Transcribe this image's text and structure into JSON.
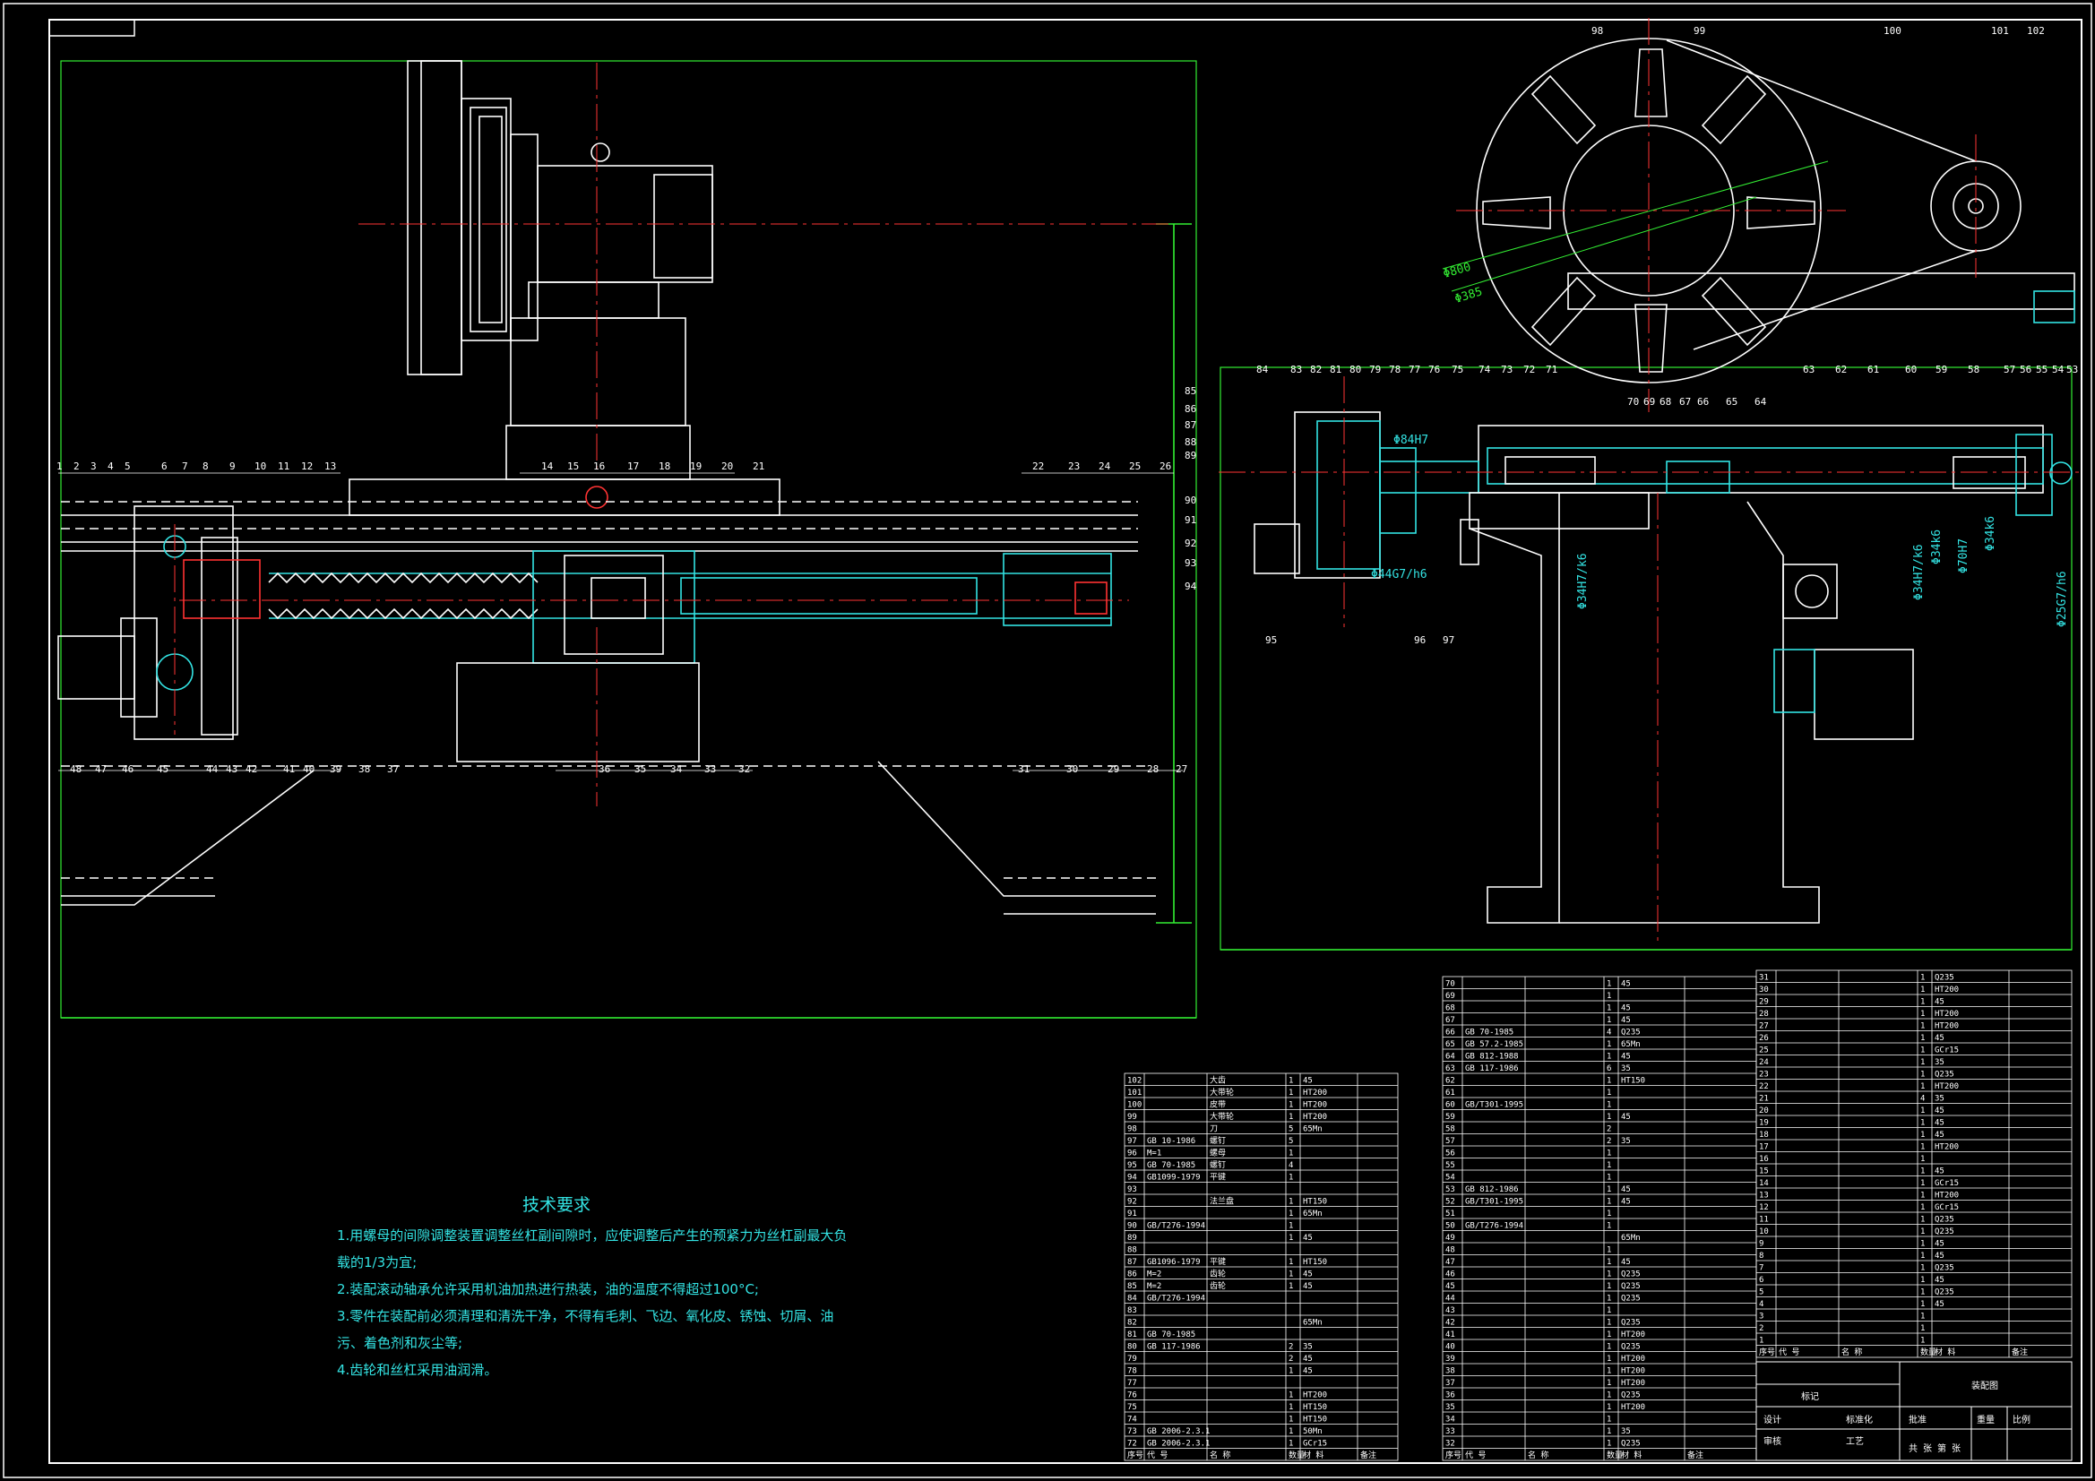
{
  "tech_requirements": {
    "title": "技术要求",
    "items": [
      "1.用螺母的间隙调整装置调整丝杠副间隙时，应使调整后产生的预紧力为丝杠副最大负载的1/3为宜;",
      "2.装配滚动轴承允许采用机油加热进行热装，油的温度不得超过100°C;",
      "3.零件在装配前必须清理和清洗干净，不得有毛刺、飞边、氧化皮、锈蚀、切屑、油污、着色剂和灰尘等;",
      "4.齿轮和丝杠采用油润滑。"
    ]
  },
  "dims": {
    "d800": "Φ800",
    "d385": "Φ385",
    "d84h7": "Φ84H7",
    "d44g7h6": "Φ44G7/h6",
    "d34h7k6_a": "Φ34H7/k6",
    "d34h7k6_b": "Φ34H7/k6",
    "d34k6": "Φ34k6",
    "d70h7": "Φ70H7",
    "d34k6_b": "Φ34k6",
    "d25g7h6": "Φ25G7/h6"
  },
  "callouts_left_top": [
    "1",
    "2",
    "3",
    "4",
    "5",
    "6",
    "7",
    "8",
    "9",
    "10",
    "11",
    "12",
    "13",
    "14",
    "15",
    "16",
    "17",
    "18",
    "19",
    "20",
    "21",
    "22",
    "23",
    "24",
    "25",
    "26"
  ],
  "callouts_left_bottom": [
    "48",
    "47",
    "46",
    "45",
    "44",
    "43",
    "42",
    "41",
    "40",
    "39",
    "38",
    "37",
    "36",
    "35",
    "34",
    "33",
    "32",
    "31",
    "30",
    "29",
    "28",
    "27"
  ],
  "callouts_right_top": [
    "84",
    "83",
    "82",
    "81",
    "80",
    "79",
    "78",
    "77",
    "76",
    "75",
    "74",
    "73",
    "72",
    "71",
    "70",
    "69",
    "68",
    "67",
    "66",
    "65",
    "64",
    "63",
    "62",
    "61",
    "60",
    "59",
    "58",
    "57",
    "56",
    "55",
    "54",
    "53"
  ],
  "callouts_right_left": [
    "85",
    "86",
    "87",
    "88",
    "89",
    "90",
    "91",
    "92",
    "93",
    "94",
    "95",
    "96",
    "97"
  ],
  "callouts_wheel": [
    "98",
    "99",
    "100",
    "101",
    "102"
  ],
  "bom_left_rows": [
    [
      "102",
      "",
      "大齿",
      "1",
      "45",
      ""
    ],
    [
      "101",
      "",
      "大带轮",
      "1",
      "HT200",
      ""
    ],
    [
      "100",
      "",
      "皮带",
      "1",
      "HT200",
      ""
    ],
    [
      "99",
      "",
      "大带轮",
      "1",
      "HT200",
      ""
    ],
    [
      "98",
      "",
      "刀",
      "5",
      "65Mn",
      ""
    ],
    [
      "97",
      "GB 10-1986",
      "螺钉",
      "5",
      "",
      ""
    ],
    [
      "96",
      "M=1",
      "螺母",
      "1",
      "",
      ""
    ],
    [
      "95",
      "GB 70-1985",
      "螺钉",
      "4",
      "",
      ""
    ],
    [
      "94",
      "GB1099-1979",
      "平键",
      "1",
      "",
      ""
    ],
    [
      "93",
      "",
      "",
      "",
      "",
      ""
    ],
    [
      "92",
      "",
      "法兰盘",
      "1",
      "HT150",
      ""
    ],
    [
      "91",
      "",
      "",
      "1",
      "65Mn",
      ""
    ],
    [
      "90",
      "GB/T276-1994",
      "",
      "1",
      "",
      ""
    ],
    [
      "89",
      "",
      "",
      "1",
      "45",
      ""
    ],
    [
      "88",
      "",
      "",
      "",
      "",
      ""
    ],
    [
      "87",
      "GB1096-1979",
      "平键",
      "1",
      "HT150",
      ""
    ],
    [
      "86",
      "M=2",
      "齿轮",
      "1",
      "45",
      ""
    ],
    [
      "85",
      "M=2",
      "齿轮",
      "1",
      "45",
      ""
    ],
    [
      "84",
      "GB/T276-1994",
      "",
      "",
      "",
      ""
    ],
    [
      "83",
      "",
      "",
      "",
      "",
      ""
    ],
    [
      "82",
      "",
      "",
      "",
      "65Mn",
      ""
    ],
    [
      "81",
      "GB 70-1985",
      "",
      "",
      "",
      ""
    ],
    [
      "80",
      "GB 117-1986",
      "",
      "2",
      "35",
      ""
    ],
    [
      "79",
      "",
      "",
      "2",
      "45",
      ""
    ],
    [
      "78",
      "",
      "",
      "1",
      "45",
      ""
    ],
    [
      "77",
      "",
      "",
      "",
      "",
      ""
    ],
    [
      "76",
      "",
      "",
      "1",
      "HT200",
      ""
    ],
    [
      "75",
      "",
      "",
      "1",
      "HT150",
      ""
    ],
    [
      "74",
      "",
      "",
      "1",
      "HT150",
      ""
    ],
    [
      "73",
      "GB 2006-2.3.1",
      "",
      "1",
      "50Mn",
      ""
    ],
    [
      "72",
      "GB 2006-2.3.1",
      "",
      "1",
      "GCr15",
      ""
    ]
  ],
  "bom_left_header": [
    "序号",
    "代 号",
    "名 称",
    "数量",
    "材 料",
    "备注"
  ],
  "bom_mid_rows": [
    [
      "70",
      "",
      "",
      "1",
      "45",
      ""
    ],
    [
      "69",
      "",
      "",
      "1",
      "",
      ""
    ],
    [
      "68",
      "",
      "",
      "1",
      "45",
      ""
    ],
    [
      "67",
      "",
      "",
      "1",
      "45",
      ""
    ],
    [
      "66",
      "GB 70-1985",
      "",
      "4",
      "Q235",
      ""
    ],
    [
      "65",
      "GB 57.2-1985",
      "",
      "1",
      "65Mn",
      ""
    ],
    [
      "64",
      "GB 812-1988",
      "",
      "1",
      "45",
      ""
    ],
    [
      "63",
      "GB 117-1986",
      "",
      "6",
      "35",
      ""
    ],
    [
      "62",
      "",
      "",
      "1",
      "HT150",
      ""
    ],
    [
      "61",
      "",
      "",
      "1",
      "",
      ""
    ],
    [
      "60",
      "GB/T301-1995",
      "",
      "1",
      "",
      ""
    ],
    [
      "59",
      "",
      "",
      "1",
      "45",
      ""
    ],
    [
      "58",
      "",
      "",
      "2",
      "",
      ""
    ],
    [
      "57",
      "",
      "",
      "2",
      "35",
      ""
    ],
    [
      "56",
      "",
      "",
      "1",
      "",
      ""
    ],
    [
      "55",
      "",
      "",
      "1",
      "",
      ""
    ],
    [
      "54",
      "",
      "",
      "1",
      "",
      ""
    ],
    [
      "53",
      "GB 812-1986",
      "",
      "1",
      "45",
      ""
    ],
    [
      "52",
      "GB/T301-1995",
      "",
      "1",
      "45",
      ""
    ],
    [
      "51",
      "",
      "",
      "1",
      "",
      ""
    ],
    [
      "50",
      "GB/T276-1994",
      "",
      "1",
      "",
      ""
    ],
    [
      "49",
      "",
      "",
      "",
      "65Mn",
      ""
    ],
    [
      "48",
      "",
      "",
      "1",
      "",
      ""
    ],
    [
      "47",
      "",
      "",
      "1",
      "45",
      ""
    ],
    [
      "46",
      "",
      "",
      "1",
      "Q235",
      ""
    ],
    [
      "45",
      "",
      "",
      "1",
      "Q235",
      ""
    ],
    [
      "44",
      "",
      "",
      "1",
      "Q235",
      ""
    ],
    [
      "43",
      "",
      "",
      "1",
      "",
      ""
    ],
    [
      "42",
      "",
      "",
      "1",
      "Q235",
      ""
    ],
    [
      "41",
      "",
      "",
      "1",
      "HT200",
      ""
    ],
    [
      "40",
      "",
      "",
      "1",
      "Q235",
      ""
    ],
    [
      "39",
      "",
      "",
      "1",
      "HT200",
      ""
    ],
    [
      "38",
      "",
      "",
      "1",
      "HT200",
      ""
    ],
    [
      "37",
      "",
      "",
      "1",
      "HT200",
      ""
    ],
    [
      "36",
      "",
      "",
      "1",
      "Q235",
      ""
    ],
    [
      "35",
      "",
      "",
      "1",
      "HT200",
      ""
    ],
    [
      "34",
      "",
      "",
      "1",
      "",
      ""
    ],
    [
      "33",
      "",
      "",
      "1",
      "35",
      ""
    ],
    [
      "32",
      "",
      "",
      "1",
      "Q235",
      ""
    ]
  ],
  "bom_mid_header": [
    "序号",
    "代 号",
    "名 称",
    "数量",
    "材 料",
    "备注"
  ],
  "bom_right_rows": [
    [
      "31",
      "",
      "",
      "1",
      "Q235",
      ""
    ],
    [
      "30",
      "",
      "",
      "1",
      "HT200",
      ""
    ],
    [
      "29",
      "",
      "",
      "1",
      "45",
      ""
    ],
    [
      "28",
      "",
      "",
      "1",
      "HT200",
      ""
    ],
    [
      "27",
      "",
      "",
      "1",
      "HT200",
      ""
    ],
    [
      "26",
      "",
      "",
      "1",
      "45",
      ""
    ],
    [
      "25",
      "",
      "",
      "1",
      "GCr15",
      ""
    ],
    [
      "24",
      "",
      "",
      "1",
      "35",
      ""
    ],
    [
      "23",
      "",
      "",
      "1",
      "Q235",
      ""
    ],
    [
      "22",
      "",
      "",
      "1",
      "HT200",
      ""
    ],
    [
      "21",
      "",
      "",
      "4",
      "35",
      ""
    ],
    [
      "20",
      "",
      "",
      "1",
      "45",
      ""
    ],
    [
      "19",
      "",
      "",
      "1",
      "45",
      ""
    ],
    [
      "18",
      "",
      "",
      "1",
      "45",
      ""
    ],
    [
      "17",
      "",
      "",
      "1",
      "HT200",
      ""
    ],
    [
      "16",
      "",
      "",
      "1",
      "",
      ""
    ],
    [
      "15",
      "",
      "",
      "1",
      "45",
      ""
    ],
    [
      "14",
      "",
      "",
      "1",
      "GCr15",
      ""
    ],
    [
      "13",
      "",
      "",
      "1",
      "HT200",
      ""
    ],
    [
      "12",
      "",
      "",
      "1",
      "GCr15",
      ""
    ],
    [
      "11",
      "",
      "",
      "1",
      "Q235",
      ""
    ],
    [
      "10",
      "",
      "",
      "1",
      "Q235",
      ""
    ],
    [
      "9",
      "",
      "",
      "1",
      "45",
      ""
    ],
    [
      "8",
      "",
      "",
      "1",
      "45",
      ""
    ],
    [
      "7",
      "",
      "",
      "1",
      "Q235",
      ""
    ],
    [
      "6",
      "",
      "",
      "1",
      "45",
      ""
    ],
    [
      "5",
      "",
      "",
      "1",
      "Q235",
      ""
    ],
    [
      "4",
      "",
      "",
      "1",
      "45",
      ""
    ],
    [
      "3",
      "",
      "",
      "1",
      "",
      ""
    ],
    [
      "2",
      "",
      "",
      "1",
      "",
      ""
    ],
    [
      "1",
      "",
      "",
      "1",
      "",
      ""
    ]
  ],
  "bom_right_header": [
    "序号",
    "代 号",
    "名 称",
    "数量",
    "材 料",
    "备注"
  ],
  "title_block": {
    "drawing_name": "装配图",
    "scale_label": "比例",
    "weight_label": "重量",
    "sheet_label": "共 张  第 张",
    "design": "设计",
    "review": "审核",
    "process": "工艺",
    "approve": "批准",
    "std": "标准化",
    "mark": "标记"
  }
}
